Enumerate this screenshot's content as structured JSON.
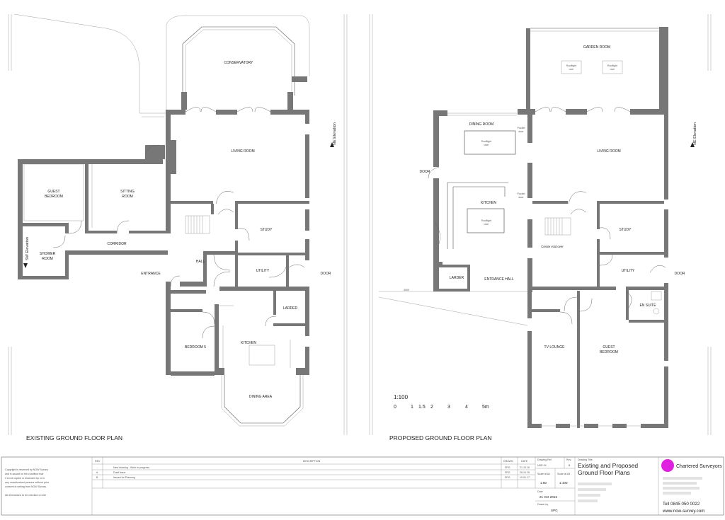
{
  "existing": {
    "title": "EXISTING GROUND FLOOR PLAN",
    "rooms": {
      "conservatory": "CONSERVATORY",
      "living_room": "LIVING ROOM",
      "guest_bedroom_1": "GUEST",
      "guest_bedroom_2": "BEDROOM",
      "sitting_room_1": "SITTING",
      "sitting_room_2": "ROOM",
      "study": "STUDY",
      "corridor": "CORRIDOR",
      "shower_room_1": "SHOWER",
      "shower_room_2": "ROOM",
      "hall": "HALL",
      "entrance": "ENTRANCE",
      "utility": "UTILITY",
      "door": "DOOR",
      "larder": "LARDER",
      "bedroom5": "BEDROOM 5",
      "kitchen": "KITCHEN",
      "dining_area": "DINING AREA"
    },
    "ne_elevation": "NE Elevation",
    "sw_elevation": "SW Elevation"
  },
  "proposed": {
    "title": "PROPOSED GROUND FLOOR PLAN",
    "rooms": {
      "garden_room": "GARDEN ROOM",
      "dining_room": "DINING ROOM",
      "living_room": "LIVING ROOM",
      "kitchen": "KITCHEN",
      "study": "STUDY",
      "utility": "UTILITY",
      "larder": "LARDER",
      "entrance_hall": "ENTRANCE HALL",
      "en_suite": "EN SUITE",
      "tv_lounge": "TV LOUNGE",
      "guest_bedroom_1": "GUEST",
      "guest_bedroom_2": "BEDROOM",
      "door_left": "DOOR",
      "door_right": "DOOR"
    },
    "notes": {
      "rooflight_1": "Rooflight",
      "over_1": "over",
      "rooflight_2": "Rooflight",
      "over_2": "over",
      "rooflight_3": "Rooflight",
      "over_3": "over",
      "rooflight_4": "Rooflight",
      "over_4": "over",
      "pocket_door_1": "Pocket",
      "door_1": "door",
      "pocket_door_2": "Pocket",
      "door_2": "door",
      "create_void": "Create void over",
      "dim": "3000"
    },
    "ne_elevation": "NE Elevation"
  },
  "scale_bar": {
    "ratio": "1:100",
    "labels": [
      "0",
      "1",
      "1.5",
      "2",
      "3",
      "4",
      "5m"
    ]
  },
  "title_block": {
    "copyright": [
      "Copyright is reserved by NOW Survey",
      "and is issued on the condition that",
      "it is not copied or disclosed by or to",
      "any unauthorised persons without prior",
      "consent in writing from NOW Survey."
    ],
    "dims_note": "All dimensions to be checked on site",
    "headers": {
      "rev": "REV",
      "description": "DESCRIPTION",
      "drawn": "DRAWN",
      "date": "DATE"
    },
    "revisions": [
      {
        "rev": "-",
        "description": "New drawing - Work in progress",
        "drawn": "SPG",
        "date": "21.10.16"
      },
      {
        "rev": "A",
        "description": "Draft Issue",
        "drawn": "SPG",
        "date": "28.10.16"
      },
      {
        "rev": "B",
        "description": "Issued for Planning",
        "drawn": "SPG",
        "date": "19.01.17"
      }
    ],
    "drawing_ref_label": "Drawing Ref",
    "drawing_ref": "NSR 04",
    "rev_label": "Rev",
    "rev_value": "B",
    "scale_a1_label": "Scale at A1",
    "scale_a3_label": "Scale at A3",
    "scale_a1": "1:50",
    "scale_a3": "1:100",
    "date_label": "Date",
    "date_value": "21 Oct 2016",
    "drawn_by_label": "Drawn by",
    "drawn_by": "SPG",
    "drawing_title_label": "Drawing Title",
    "drawing_title_1": "Existing and Proposed",
    "drawing_title_2": "Ground Floor Plans",
    "company": "Chartered Surveyors",
    "tel": "Tell 0845 050 0022",
    "web": "www.now-survey.com",
    "brand_color": "#e020e0"
  }
}
